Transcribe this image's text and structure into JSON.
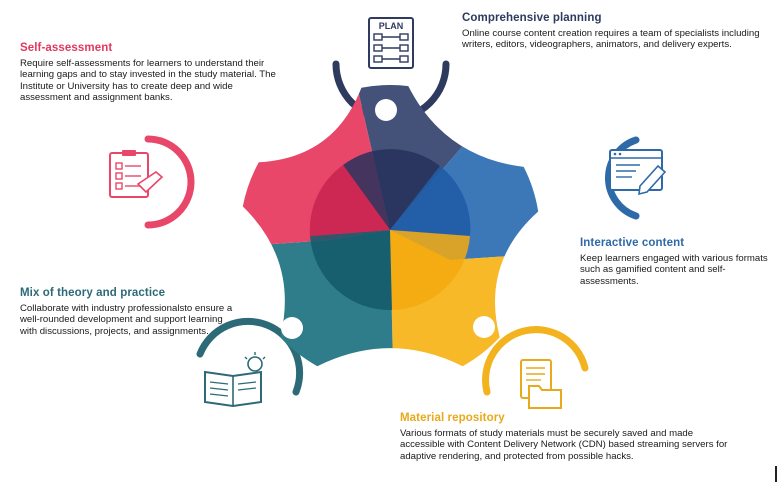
{
  "colors": {
    "planning": "#44527a",
    "self_assessment": "#e8476a",
    "interactive": "#3c78b8",
    "mix": "#2f7d8a",
    "material": "#f7b928",
    "hub": "#ffffff"
  },
  "planning": {
    "title": "Comprehensive planning",
    "body": "Online course content creation requires a team of specialists including writers, editors, videographers, animators, and delivery experts.",
    "icon": "plan-document-icon",
    "icon_label": "PLAN"
  },
  "self_assessment": {
    "title": "Self-assessment",
    "body": "Require self-assessments for learners to understand their learning gaps and to stay invested in the study material. The Institute or University has to create deep and wide assessment and assignment banks.",
    "icon": "checklist-clipboard-icon"
  },
  "interactive": {
    "title": "Interactive content",
    "body": "Keep learners engaged with various formats such as gamified content and self-assessments.",
    "icon": "browser-edit-icon"
  },
  "mix": {
    "title": "Mix of theory and practice",
    "body": "Collaborate with industry professionalsto ensure a well-rounded development and support learning with discussions, projects, and assignments.",
    "icon": "book-lightbulb-icon"
  },
  "material": {
    "title": "Material repository",
    "body": "Various formats of study materials must be securely saved and made accessible with Content Delivery Network (CDN) based streaming servers for adaptive rendering, and protected from possible hacks.",
    "icon": "document-folder-icon"
  }
}
